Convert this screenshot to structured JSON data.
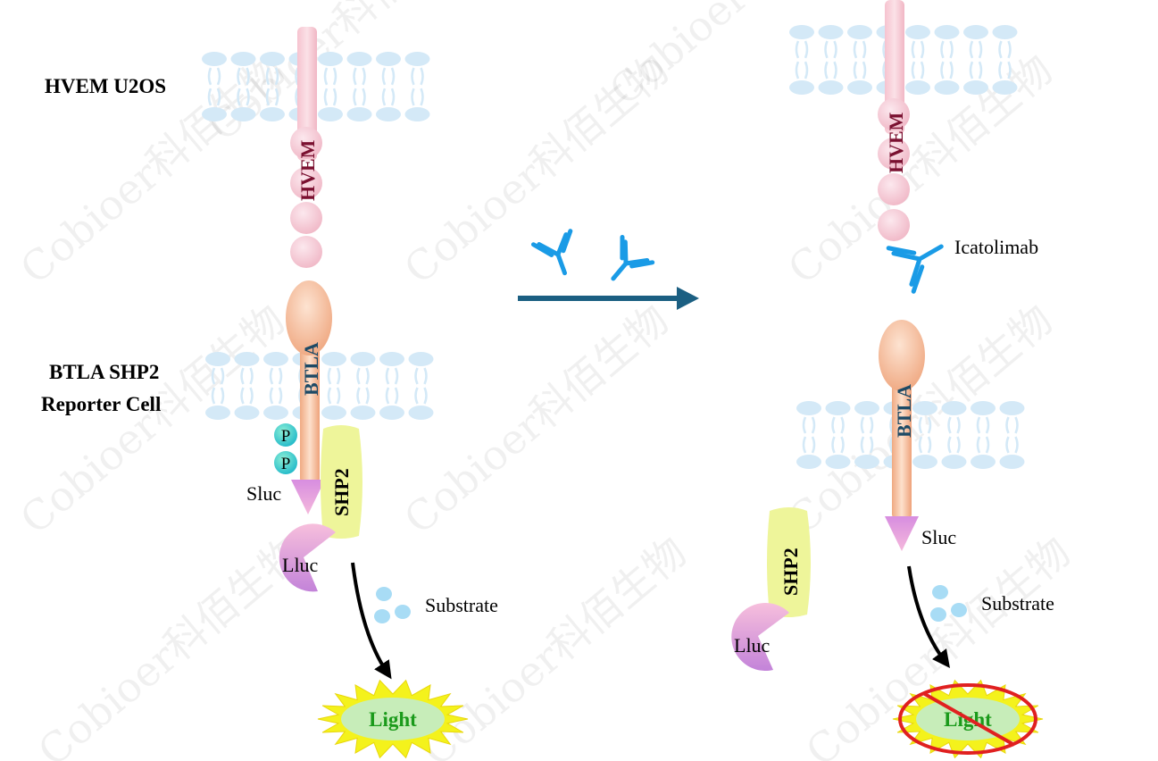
{
  "left": {
    "hvem_cell_label": "HVEM U2OS",
    "reporter_cell_label_line1": "BTLA SHP2",
    "reporter_cell_label_line2": "Reporter Cell",
    "hvem_protein": "HVEM",
    "btla_protein": "BTLA",
    "phospho_1": "P",
    "phospho_2": "P",
    "sluc": "Sluc",
    "shp2": "SHP2",
    "lluc": "Lluc",
    "substrate": "Substrate",
    "light": "Light"
  },
  "right": {
    "hvem_protein": "HVEM",
    "antibody": "Icatolimab",
    "btla_protein": "BTLA",
    "sluc": "Sluc",
    "shp2": "SHP2",
    "lluc": "Lluc",
    "substrate": "Substrate",
    "light": "Light"
  },
  "watermark": "Cobioer科佰生物",
  "colors": {
    "membrane": "#d4e9f7",
    "hvem_fill": "#f5cbd4",
    "hvem_text": "#7a1030",
    "btla_fill": "#f3b895",
    "btla_text": "#1d4a66",
    "shp2_fill": "#eef59a",
    "antibody": "#1a9be6",
    "arrow": "#1b5f82",
    "light_fill": "#c7edb9",
    "light_star": "#f4f21c",
    "light_text": "#1b9a1b",
    "block_red": "#e02020"
  }
}
